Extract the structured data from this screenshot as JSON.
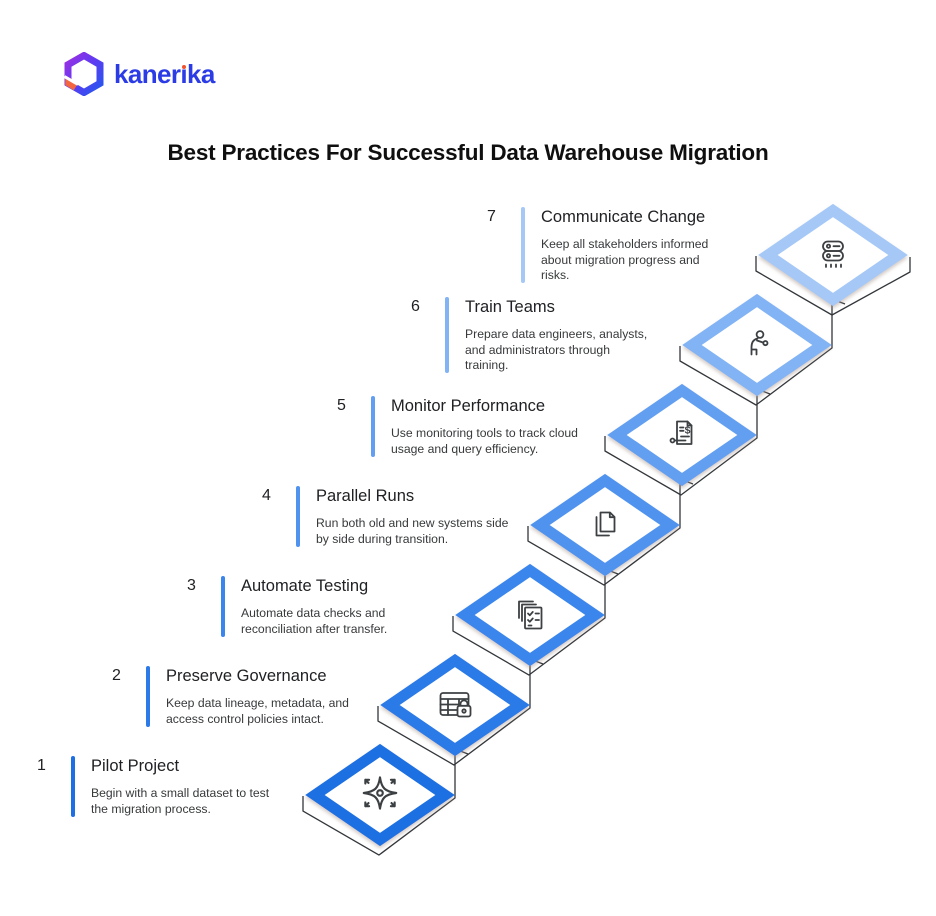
{
  "logo": {
    "brand": "kanerika",
    "icon": "kanerika-cube-logo"
  },
  "title": "Best Practices For Successful Data Warehouse Migration",
  "steps": [
    {
      "number": "1",
      "title": "Pilot Project",
      "description": "Begin with a small dataset to test\nthe migration process.",
      "accent": "#1d6fe2",
      "icon": "compass-star-icon"
    },
    {
      "number": "2",
      "title": "Preserve Governance",
      "description": "Keep data lineage, metadata, and\naccess control policies intact.",
      "accent": "#2b7ae7",
      "icon": "table-lock-icon"
    },
    {
      "number": "3",
      "title": "Automate Testing",
      "description": "Automate data checks and\nreconciliation after transfer.",
      "accent": "#3a86ec",
      "icon": "checklist-stack-icon"
    },
    {
      "number": "4",
      "title": "Parallel Runs",
      "description": "Run both old and new systems side\nby side during transition.",
      "accent": "#4f93ef",
      "icon": "copy-files-icon"
    },
    {
      "number": "5",
      "title": "Monitor Performance",
      "description": "Use monitoring tools to track cloud\nusage and query efficiency.",
      "accent": "#639ff1",
      "icon": "invoice-dollar-icon"
    },
    {
      "number": "6",
      "title": "Train Teams",
      "description": "Prepare data engineers, analysts,\nand administrators through\ntraining.",
      "accent": "#82b3f4",
      "icon": "training-person-icon"
    },
    {
      "number": "7",
      "title": "Communicate Change",
      "description": "Keep all stakeholders informed\nabout migration progress and\nrisks.",
      "accent": "#a5c8f7",
      "icon": "server-icon"
    }
  ],
  "colors": {
    "outline": "#33373b",
    "icon_stroke": "#3c4043",
    "diamond_fill": "#ffffff",
    "logo_text": "#2b3ce6",
    "logo_dot": "#f4512c"
  }
}
